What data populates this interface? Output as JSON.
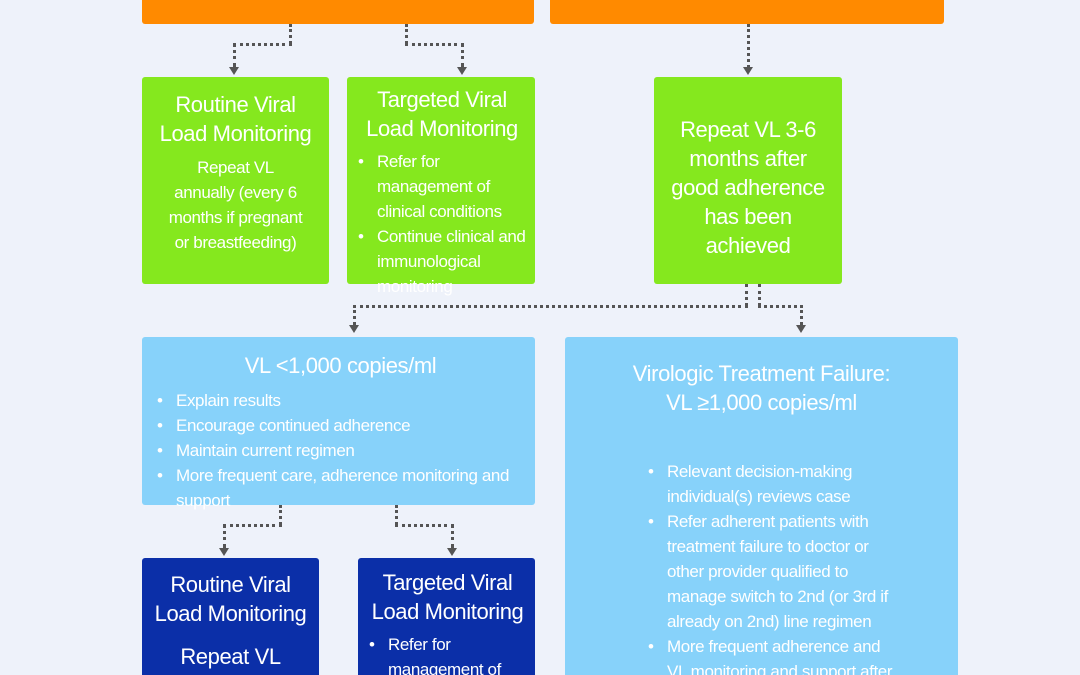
{
  "boxes": {
    "routine_vl_1": {
      "title": "Routine Viral Load Monitoring",
      "body": "Repeat VL annually (every 6 months if pregnant or breastfeeding)"
    },
    "targeted_vl_1": {
      "title": "Targeted Viral Load Monitoring",
      "bullets": [
        "Refer for management of clinical conditions",
        "Continue clinical and immunological monitoring"
      ]
    },
    "repeat_vl": {
      "body": "Repeat VL 3-6 months after good adherence has been achieved"
    },
    "vl_below_1000": {
      "title": "VL <1,000 copies/ml",
      "bullets": [
        "Explain results",
        "Encourage continued adherence",
        "Maintain current regimen",
        "More frequent care, adherence monitoring and support"
      ]
    },
    "treatment_failure": {
      "title_line1": "Virologic Treatment Failure:",
      "title_line2": "VL ≥1,000 copies/ml",
      "bullets": [
        "Relevant decision-making individual(s) reviews case",
        "Refer adherent patients with treatment failure to doctor or other provider qualified to manage switch to 2nd (or 3rd if already on 2nd) line regimen",
        "More frequent adherence and VL monitoring and support after"
      ]
    },
    "routine_vl_2": {
      "title": "Routine Viral Load Monitoring",
      "body": "Repeat VL"
    },
    "targeted_vl_2": {
      "title": "Targeted Viral Load Monitoring",
      "bullets": [
        "Refer for management of"
      ]
    }
  },
  "colors": {
    "orange": "#ff8a00",
    "green": "#85e81e",
    "light_blue": "#87d2fa",
    "navy": "#0b2fa8",
    "connector": "#555555",
    "background": "#eef2fa"
  }
}
